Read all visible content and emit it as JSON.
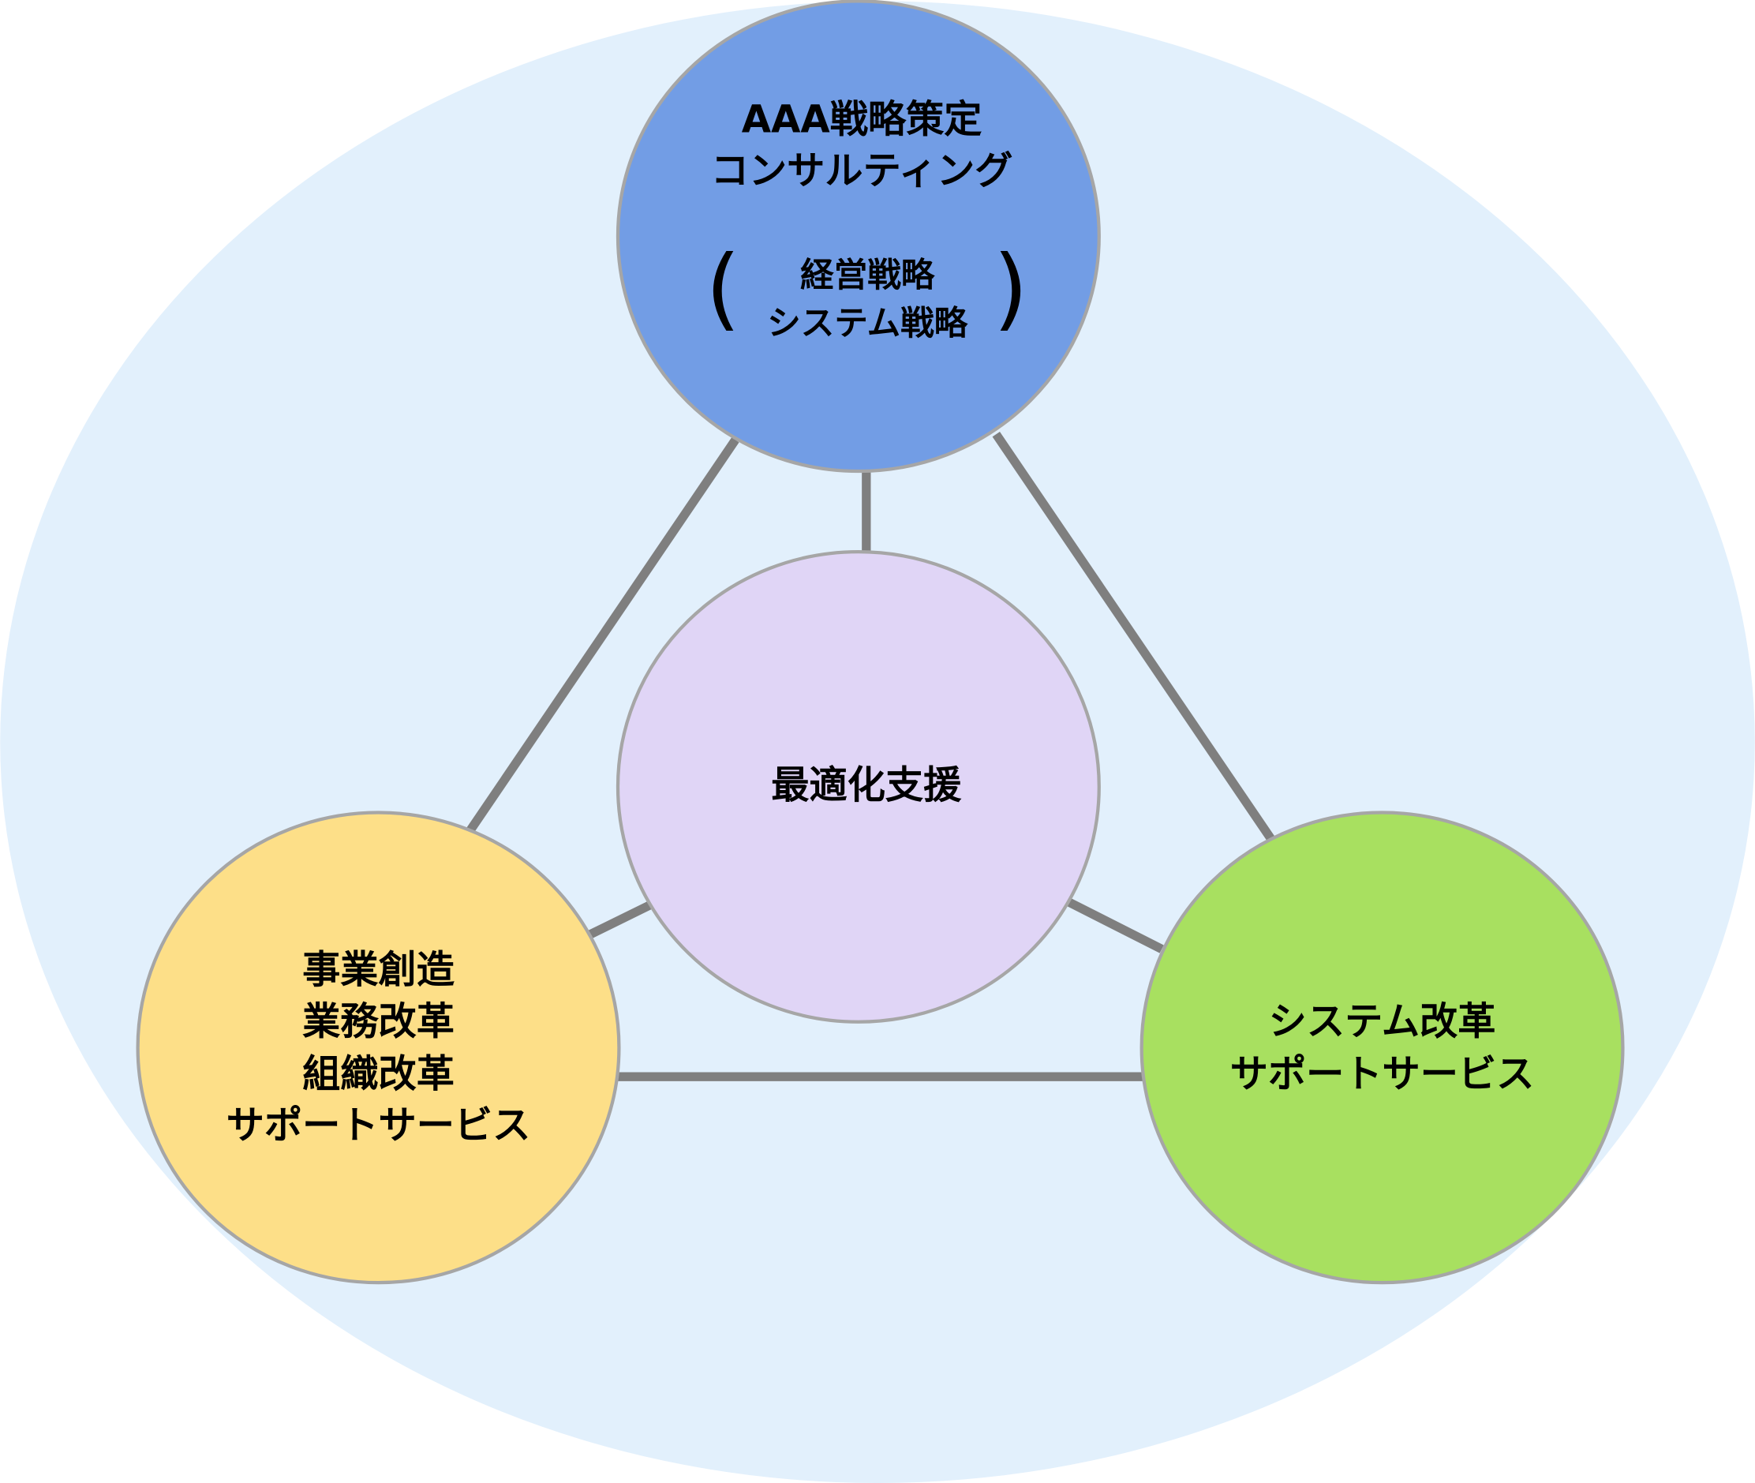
{
  "colors": {
    "background_ellipse": "#e2f0fc",
    "top_node": "#729de5",
    "center_node": "#e0d5f6",
    "left_node": "#fddf88",
    "right_node": "#a8e060",
    "connector": "#7f7f7f",
    "node_border": "#a6a6a6"
  },
  "nodes": {
    "top": {
      "title_lines": [
        "AAA戦略策定",
        "コンサルティング"
      ],
      "paren_open": "(",
      "paren_close": ")",
      "sub_lines": [
        "経営戦略",
        "システム戦略"
      ]
    },
    "center": {
      "lines": [
        "最適化支援"
      ]
    },
    "left": {
      "lines": [
        "事業創造",
        "業務改革",
        "組織改革",
        "サポートサービス"
      ]
    },
    "right": {
      "lines": [
        "システム改革",
        "サポートサービス"
      ]
    }
  }
}
